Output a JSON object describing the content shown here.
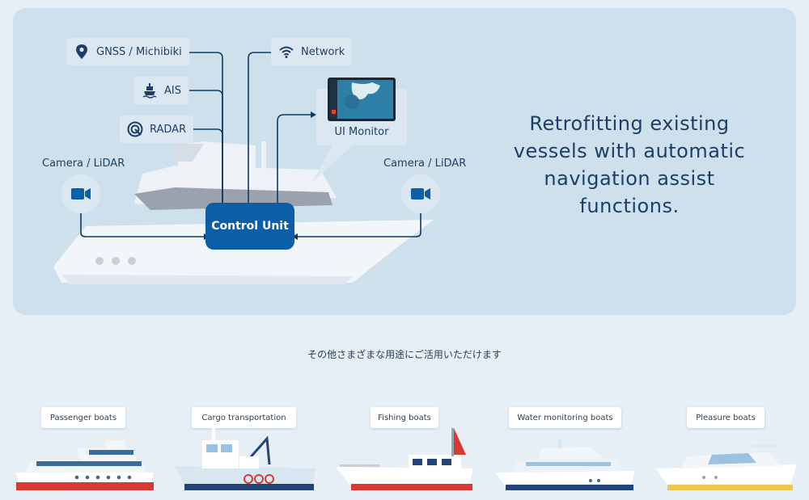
{
  "hero": {
    "gnss_label": "GNSS / Michibiki",
    "ais_label": "AIS",
    "radar_label": "RADAR",
    "network_label": "Network",
    "monitor_label": "UI Monitor",
    "camera_left_label": "Camera / LiDAR",
    "camera_right_label": "Camera / LiDAR",
    "control_unit_label": "Control Unit",
    "tagline": "Retrofitting existing vessels with automatic navigation assist functions.",
    "icons": [
      "map-pin-icon",
      "ship-icon",
      "radar-icon",
      "wifi-icon",
      "video-camera-icon",
      "monitor-icon"
    ]
  },
  "usage": {
    "heading": "その他さまざまな用途にご活用いただけます",
    "boats": [
      {
        "label": "Passenger boats"
      },
      {
        "label": "Cargo transportation"
      },
      {
        "label": "Fishing boats"
      },
      {
        "label": "Water monitoring boats"
      },
      {
        "label": "Pleasure boats"
      }
    ]
  },
  "colors": {
    "accent": "#0d5ea8",
    "text": "#1d3f66",
    "panel": "#cde0ec",
    "page": "#e6eef6"
  }
}
